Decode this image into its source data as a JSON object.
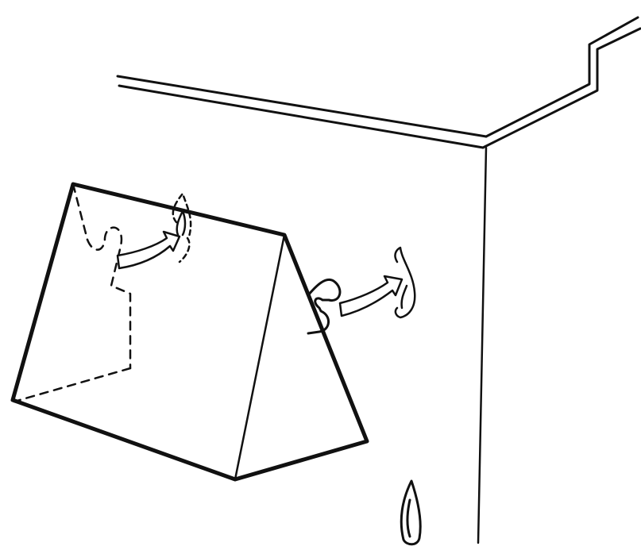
{
  "figure": {
    "ink_color": "#111111",
    "paper_color": "#ffffff",
    "arrow_fill": "#ffffff",
    "elements": [
      "room-corner-wall-lines",
      "triangular-prism",
      "hidden-edges-dashed",
      "flame-arrow-left",
      "flame-arrow-right",
      "droplet-icon"
    ]
  }
}
